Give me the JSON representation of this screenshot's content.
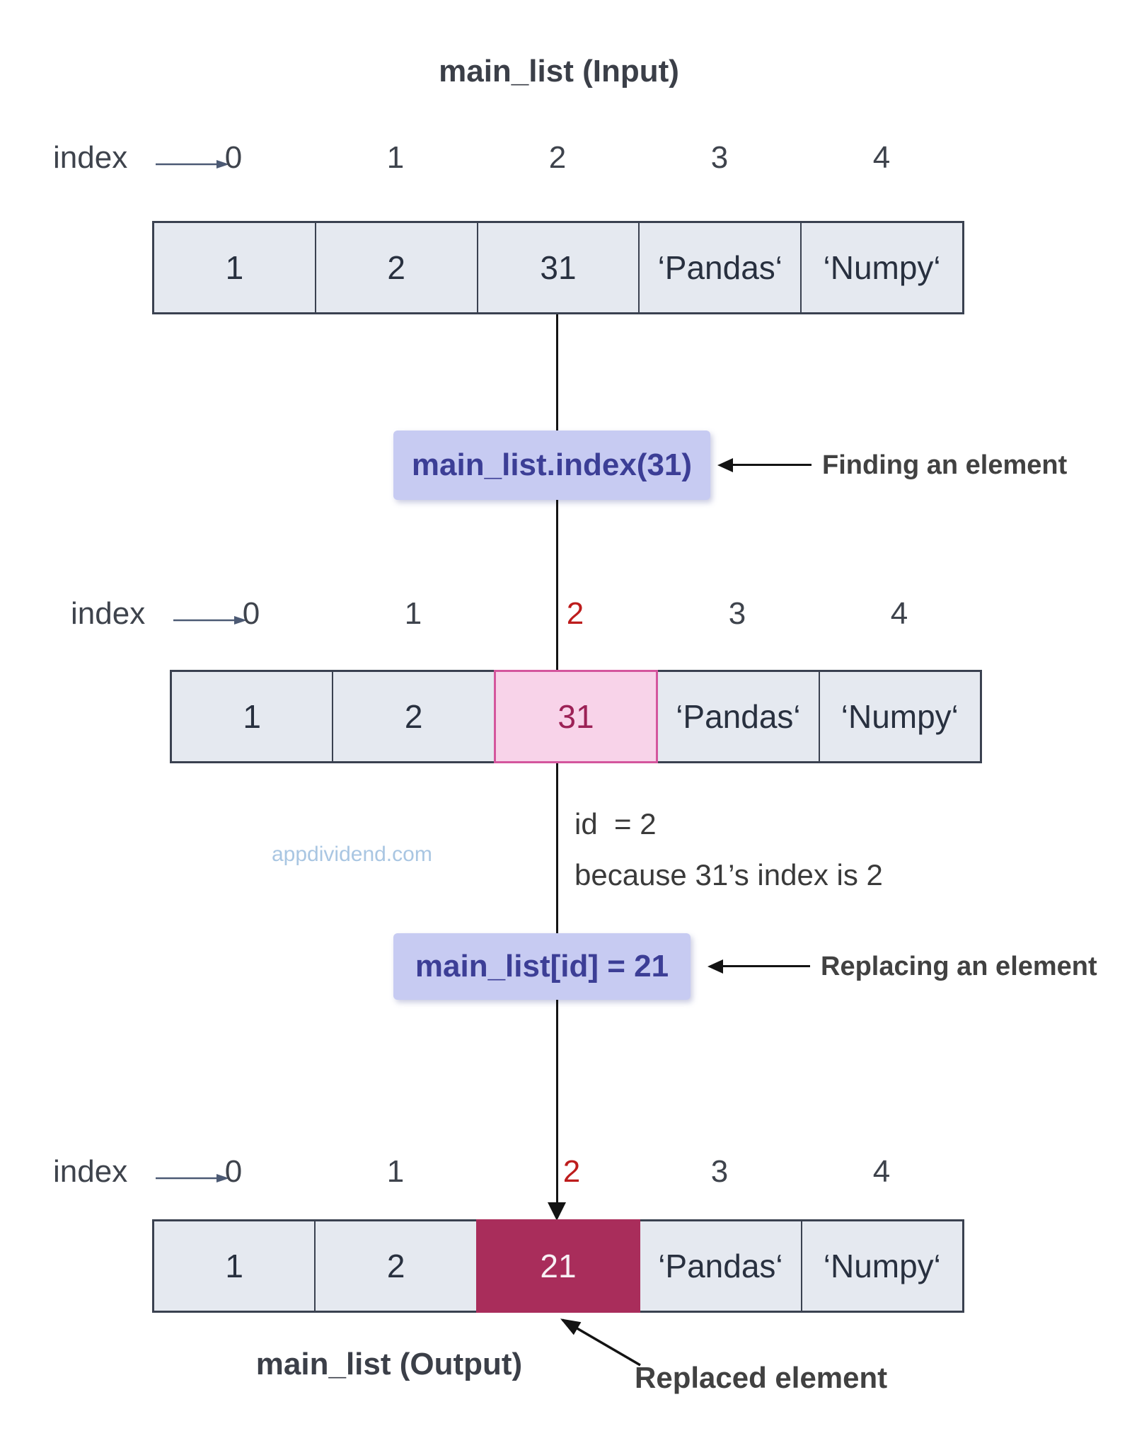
{
  "titles": {
    "input": "main_list (Input)",
    "output": "main_list (Output)"
  },
  "watermark": "appdividend.com",
  "index_rows": {
    "input": {
      "label": "index",
      "values": [
        "0",
        "1",
        "2",
        "3",
        "4"
      ]
    },
    "found": {
      "label": "index",
      "values": [
        "0",
        "1",
        "2",
        "3",
        "4"
      ]
    },
    "output": {
      "label": "index",
      "values": [
        "0",
        "1",
        "2",
        "3",
        "4"
      ]
    }
  },
  "lists": {
    "input": {
      "cells": [
        "1",
        "2",
        "31",
        "‘Pandas‘",
        "‘Numpy‘"
      ]
    },
    "found": {
      "cells": [
        "1",
        "2",
        "31",
        "‘Pandas‘",
        "‘Numpy‘"
      ],
      "highlighted_index": 2
    },
    "output": {
      "cells": [
        "1",
        "2",
        "21",
        "‘Pandas‘",
        "‘Numpy‘"
      ],
      "highlighted_index": 2
    }
  },
  "annotations": {
    "find_code": "main_list.index(31)",
    "find_label": "Finding an element",
    "id_value": "id  = 2",
    "id_reason": "because 31’s index is 2",
    "replace_code": "main_list[id] = 21",
    "replace_label": "Replacing an element",
    "replaced_label": "Replaced element"
  },
  "colors": {
    "cell_bg": "#e5e9f0",
    "cell_border": "#3a4150",
    "highlight_pink_bg": "#f8d3e9",
    "highlight_pink_border": "#d4569d",
    "highlight_pink_text": "#9c2156",
    "highlight_maroon_bg": "#a92d5b",
    "code_box_bg": "#c7cbf2",
    "code_box_text": "#3c3e96",
    "index_red": "#bd1c1c",
    "watermark_blue": "#a9c6e2"
  }
}
